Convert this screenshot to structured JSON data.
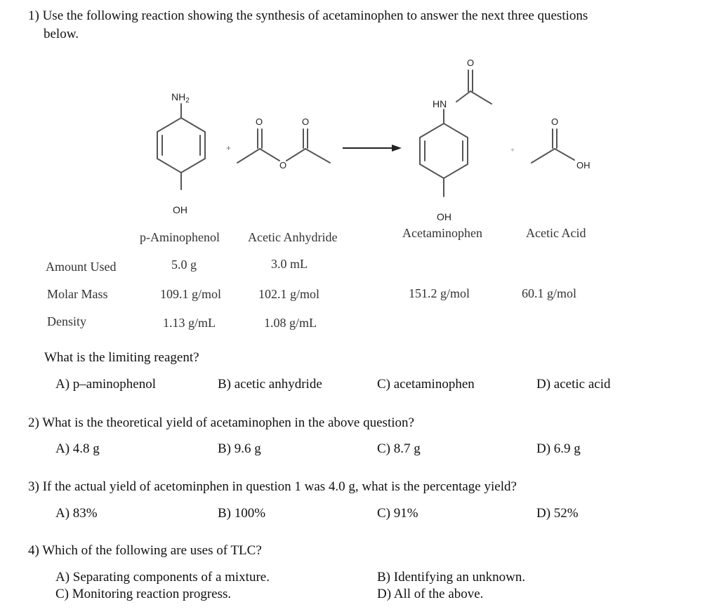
{
  "intro": {
    "line1": "1) Use the following reaction showing the synthesis of acetaminophen to answer the next three questions",
    "line2": "below."
  },
  "scheme": {
    "labels": {
      "nh2": "NH",
      "nh2_sub": "2",
      "oh1": "OH",
      "o1": "O",
      "o2": "O",
      "o_bridge": "O",
      "plus1": "+",
      "hn": "HN",
      "o3": "O",
      "oh2": "OH",
      "plus2": "+",
      "o4": "O",
      "oh3": "OH"
    },
    "names": [
      "p-Aminophenol",
      "Acetic Anhydride",
      "Acetaminophen",
      "Acetic Acid"
    ]
  },
  "table": {
    "rows": [
      {
        "label": "Amount Used",
        "c1": "5.0 g",
        "c2": "3.0 mL",
        "c3": "",
        "c4": ""
      },
      {
        "label": "Molar Mass",
        "c1": "109.1 g/mol",
        "c2": "102.1 g/mol",
        "c3": "151.2 g/mol",
        "c4": "60.1 g/mol"
      },
      {
        "label": "Density",
        "c1": "1.13 g/mL",
        "c2": "1.08 g/mL",
        "c3": "",
        "c4": ""
      }
    ]
  },
  "q1": {
    "text": "What is the limiting reagent?",
    "options": [
      "A) p–aminophenol",
      "B) acetic anhydride",
      "C) acetaminophen",
      "D) acetic acid"
    ]
  },
  "q2": {
    "text": "2) What is the theoretical yield of acetaminophen in the above question?",
    "options": [
      "A) 4.8 g",
      "B) 9.6 g",
      "C) 8.7 g",
      "D) 6.9 g"
    ]
  },
  "q3": {
    "text": "3) If the actual yield of acetominphen in question 1 was 4.0 g, what is the percentage yield?",
    "options": [
      "A) 83%",
      "B) 100%",
      "C) 91%",
      "D) 52%"
    ]
  },
  "q4": {
    "text": "4) Which of the following are uses of TLC?",
    "options": [
      "A) Separating components of a mixture.",
      "B) Identifying an unknown.",
      "C) Monitoring reaction progress.",
      "D) All of the above."
    ]
  }
}
